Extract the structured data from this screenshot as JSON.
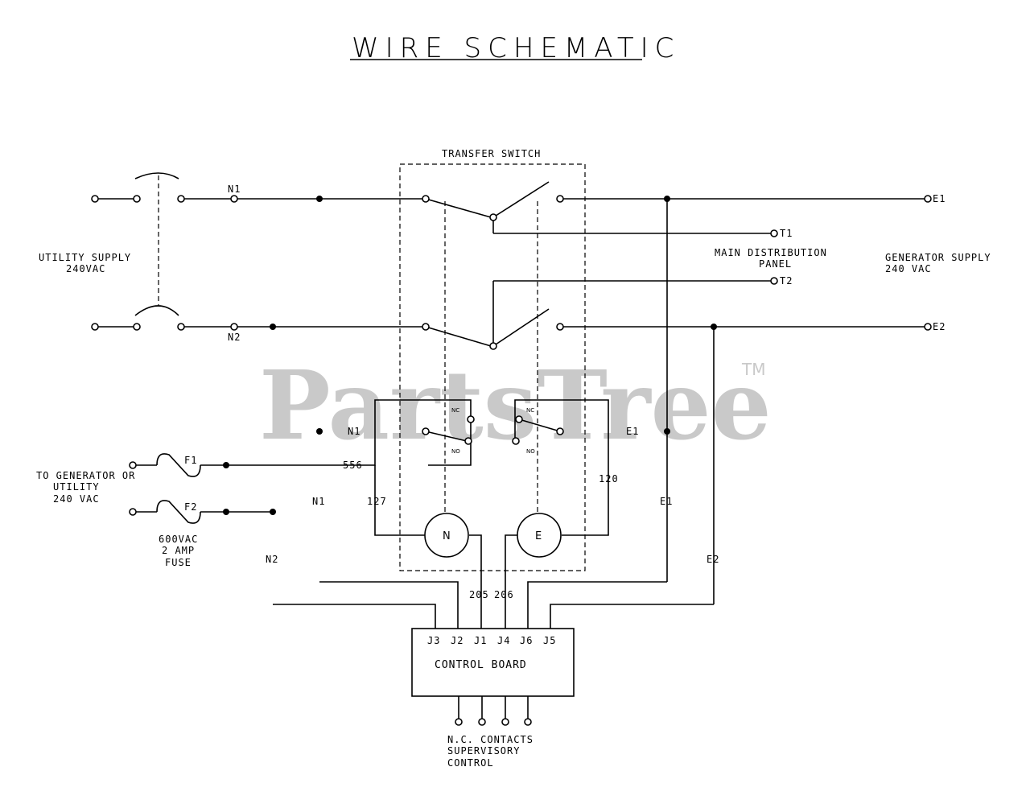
{
  "title": "WIRE SCHEMATIC",
  "watermark": {
    "text": "PartsTree",
    "trademark": "TM",
    "color": "#c9c9c9"
  },
  "blocks": {
    "transfer_switch": "TRANSFER SWITCH",
    "control_board": "CONTROL BOARD"
  },
  "sources": {
    "utility_line1": "UTILITY SUPPLY",
    "utility_line2": "240VAC",
    "generator_line1": "GENERATOR SUPPLY",
    "generator_line2": "240 VAC",
    "main_line1": "MAIN DISTRIBUTION",
    "main_line2": "PANEL",
    "gen_util_line1": "TO GENERATOR OR",
    "gen_util_line2": "UTILITY",
    "gen_util_line3": "240 VAC"
  },
  "fuse": {
    "f1": "F1",
    "f2": "F2",
    "line1": "600VAC",
    "line2": "2 AMP",
    "line3": "FUSE"
  },
  "terminals": {
    "n1": "N1",
    "n2": "N2",
    "e1": "E1",
    "e2": "E2",
    "t1": "T1",
    "t2": "T2"
  },
  "wires": {
    "w556": "556",
    "w127": "127",
    "w120": "120",
    "w205": "205",
    "w206": "206",
    "n1": "N1",
    "n2": "N2",
    "e1": "E1",
    "e2": "E2"
  },
  "relay": {
    "n_label": "N1",
    "e_label": "E1",
    "nc": "NC",
    "no": "NO"
  },
  "coils": {
    "n": "N",
    "e": "E"
  },
  "connectors": [
    "J3",
    "J2",
    "J1",
    "J4",
    "J6",
    "J5"
  ],
  "contacts": {
    "line1": "N.C. CONTACTS",
    "line2": "SUPERVISORY",
    "line3": "CONTROL"
  }
}
